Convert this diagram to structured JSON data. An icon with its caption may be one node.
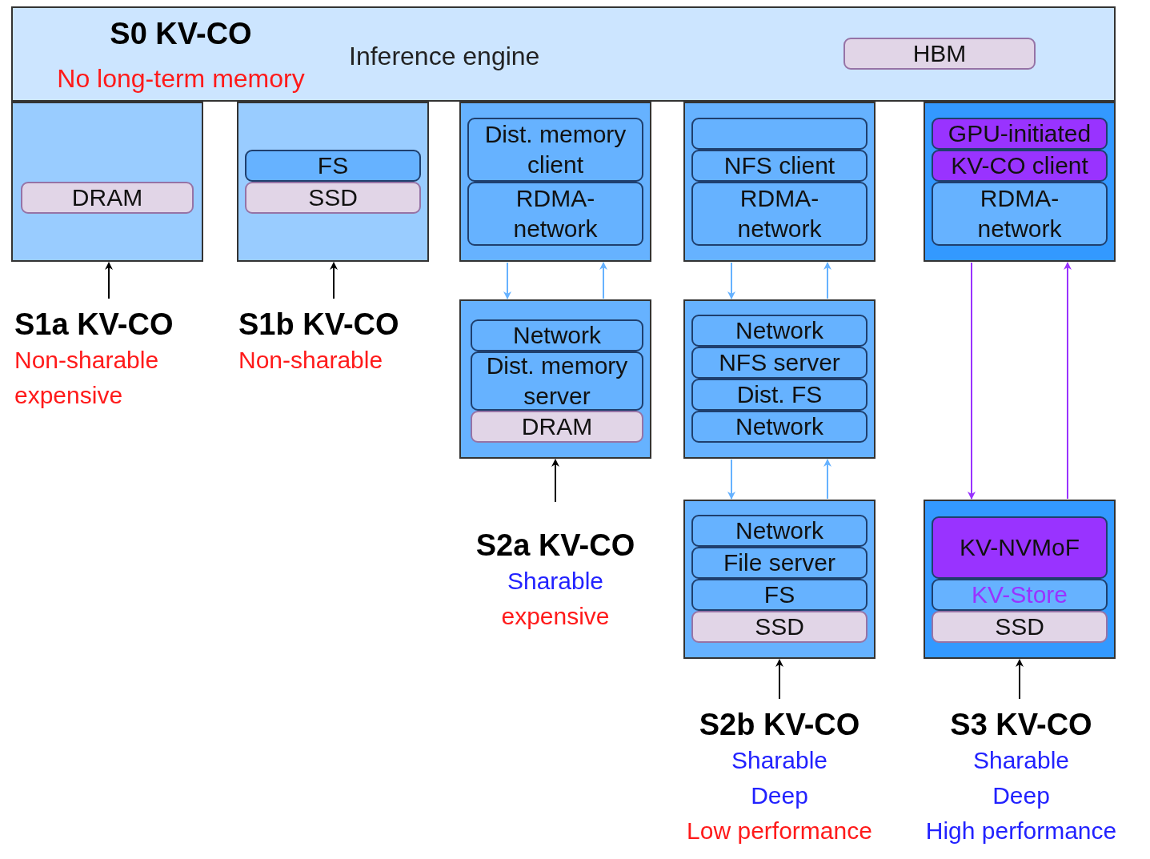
{
  "diagram": {
    "nodes": [
      {
        "text": [
          "S0 KV-CO",
          "No long-term memory",
          "Inference engine"
        ]
      },
      {
        "text": [
          "HBM"
        ],
        "in": 0
      },
      {
        "text": [],
        "shape": "box"
      },
      {
        "text": [
          "DRAM"
        ],
        "in": 2
      },
      {
        "text": [],
        "shape": "box"
      },
      {
        "text": [
          "FS"
        ],
        "in": 4
      },
      {
        "text": [
          "SSD"
        ],
        "in": 4
      },
      {
        "text": [],
        "shape": "box"
      },
      {
        "text": [
          "Dist. memory client"
        ],
        "in": 7
      },
      {
        "text": [
          "RDMA- network"
        ],
        "in": 7
      },
      {
        "text": [],
        "shape": "box"
      },
      {
        "text": [],
        "shape": "box",
        "in": 10
      },
      {
        "text": [
          "NFS client"
        ],
        "in": 10
      },
      {
        "text": [
          "RDMA- network"
        ],
        "in": 10
      },
      {
        "text": [],
        "shape": "box"
      },
      {
        "text": [
          "GPU-initiated"
        ],
        "in": 14
      },
      {
        "text": [
          "KV-CO client"
        ],
        "in": 14
      },
      {
        "text": [
          "RDMA- network"
        ],
        "in": 14
      },
      {
        "text": [],
        "shape": "box"
      },
      {
        "text": [
          "Network"
        ],
        "in": 18
      },
      {
        "text": [
          "Dist. memory server"
        ],
        "in": 18
      },
      {
        "text": [
          "DRAM"
        ],
        "in": 18
      },
      {
        "text": [],
        "shape": "box"
      },
      {
        "text": [
          "Network"
        ],
        "in": 22
      },
      {
        "text": [
          "NFS server"
        ],
        "in": 22
      },
      {
        "text": [
          "Dist. FS"
        ],
        "in": 22
      },
      {
        "text": [
          "Network"
        ],
        "in": 22
      },
      {
        "text": [],
        "shape": "box"
      },
      {
        "text": [
          "Network"
        ],
        "in": 27
      },
      {
        "text": [
          "File server"
        ],
        "in": 27
      },
      {
        "text": [
          "FS"
        ],
        "in": 27
      },
      {
        "text": [
          "SSD"
        ],
        "in": 27
      },
      {
        "text": [],
        "shape": "box"
      },
      {
        "text": [
          "KV-NVMoF"
        ],
        "in": 32
      },
      {
        "text": [
          "KV-Store"
        ],
        "in": 32
      },
      {
        "text": [
          "SSD"
        ],
        "in": 32
      },
      {
        "text": [
          "S1a KV-CO",
          "Non-sharable expensive"
        ]
      },
      {
        "text": [
          "S1b KV-CO",
          "Non-sharable"
        ]
      },
      {
        "text": [
          "S2a KV-CO",
          "Sharable",
          "expensive"
        ]
      },
      {
        "text": [
          "S2b KV-CO",
          "Sharable",
          "Deep",
          "Low performance"
        ]
      },
      {
        "text": [
          "S3 KV-CO",
          "Sharable",
          "Deep",
          "High performance"
        ]
      }
    ],
    "edges": [
      {
        "from": 36,
        "to": 2,
        "arrow": "to",
        "color": "#000000"
      },
      {
        "from": 37,
        "to": 4,
        "arrow": "to",
        "color": "#000000"
      },
      {
        "from": 7,
        "to": 18,
        "arrow": "to"
      },
      {
        "from": 18,
        "to": 7,
        "arrow": "to"
      },
      {
        "from": 10,
        "to": 22,
        "arrow": "to"
      },
      {
        "from": 22,
        "to": 10,
        "arrow": "to"
      },
      {
        "from": 22,
        "to": 27,
        "arrow": "to"
      },
      {
        "from": 27,
        "to": 22,
        "arrow": "to"
      },
      {
        "from": 14,
        "to": 32,
        "arrow": "to",
        "color": "#9933ff"
      },
      {
        "from": 32,
        "to": 14,
        "arrow": "to",
        "color": "#9933ff"
      },
      {
        "from": 38,
        "to": 18,
        "arrow": "to",
        "color": "#000000"
      },
      {
        "from": 39,
        "to": 27,
        "arrow": "to",
        "color": "#000000"
      },
      {
        "from": 40,
        "to": 32,
        "arrow": "to",
        "color": "#000000"
      }
    ]
  }
}
